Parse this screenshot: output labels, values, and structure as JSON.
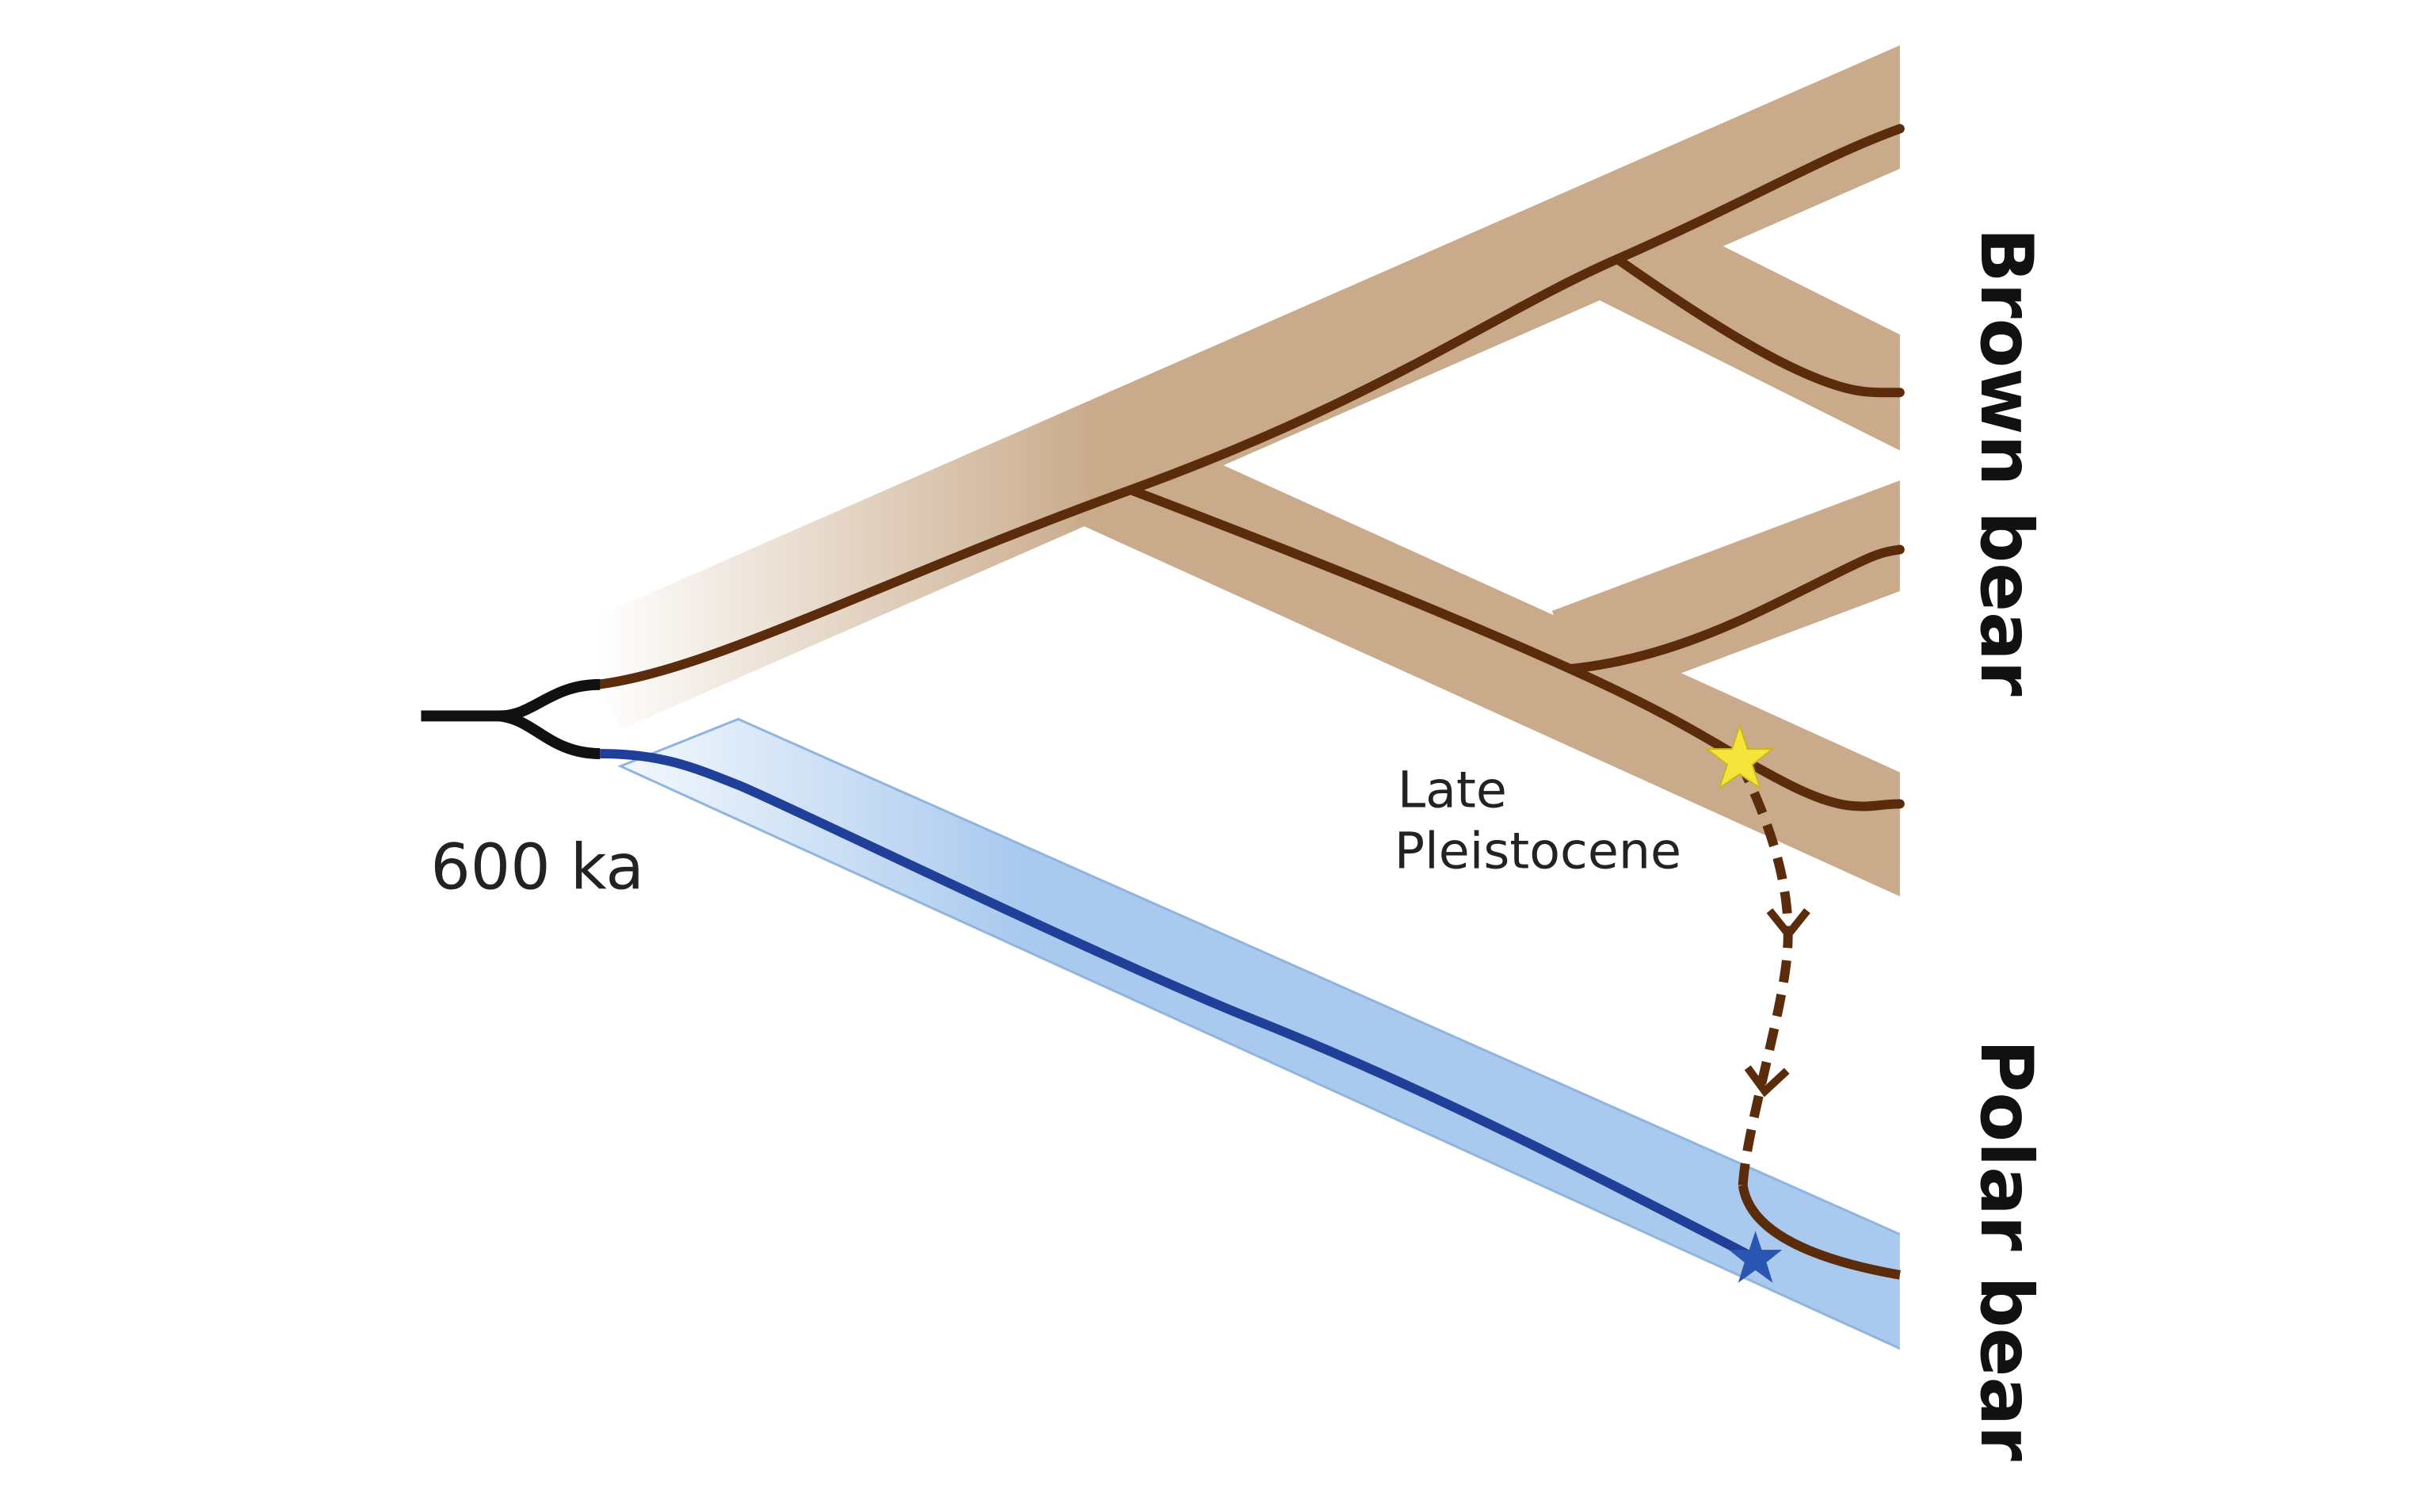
{
  "labels": {
    "root_age": "600 ka",
    "event_line1": "Late",
    "event_line2": "Pleistocene",
    "clade_top": "Brown bear",
    "clade_bottom": "Polar bear"
  },
  "colors": {
    "brown_band": "#c9aa8a",
    "brown_line": "#5b2c0c",
    "polar_band": "#a9c9ee",
    "polar_line": "#1f3f99",
    "root_line": "#111111",
    "star_event": "#f5e43a",
    "star_polar": "#2a55b0"
  },
  "icons": {
    "event_marker": "yellow-star-icon",
    "polar_marker": "blue-star-icon",
    "gene_flow_arrow": "dashed-arrow-icon"
  }
}
